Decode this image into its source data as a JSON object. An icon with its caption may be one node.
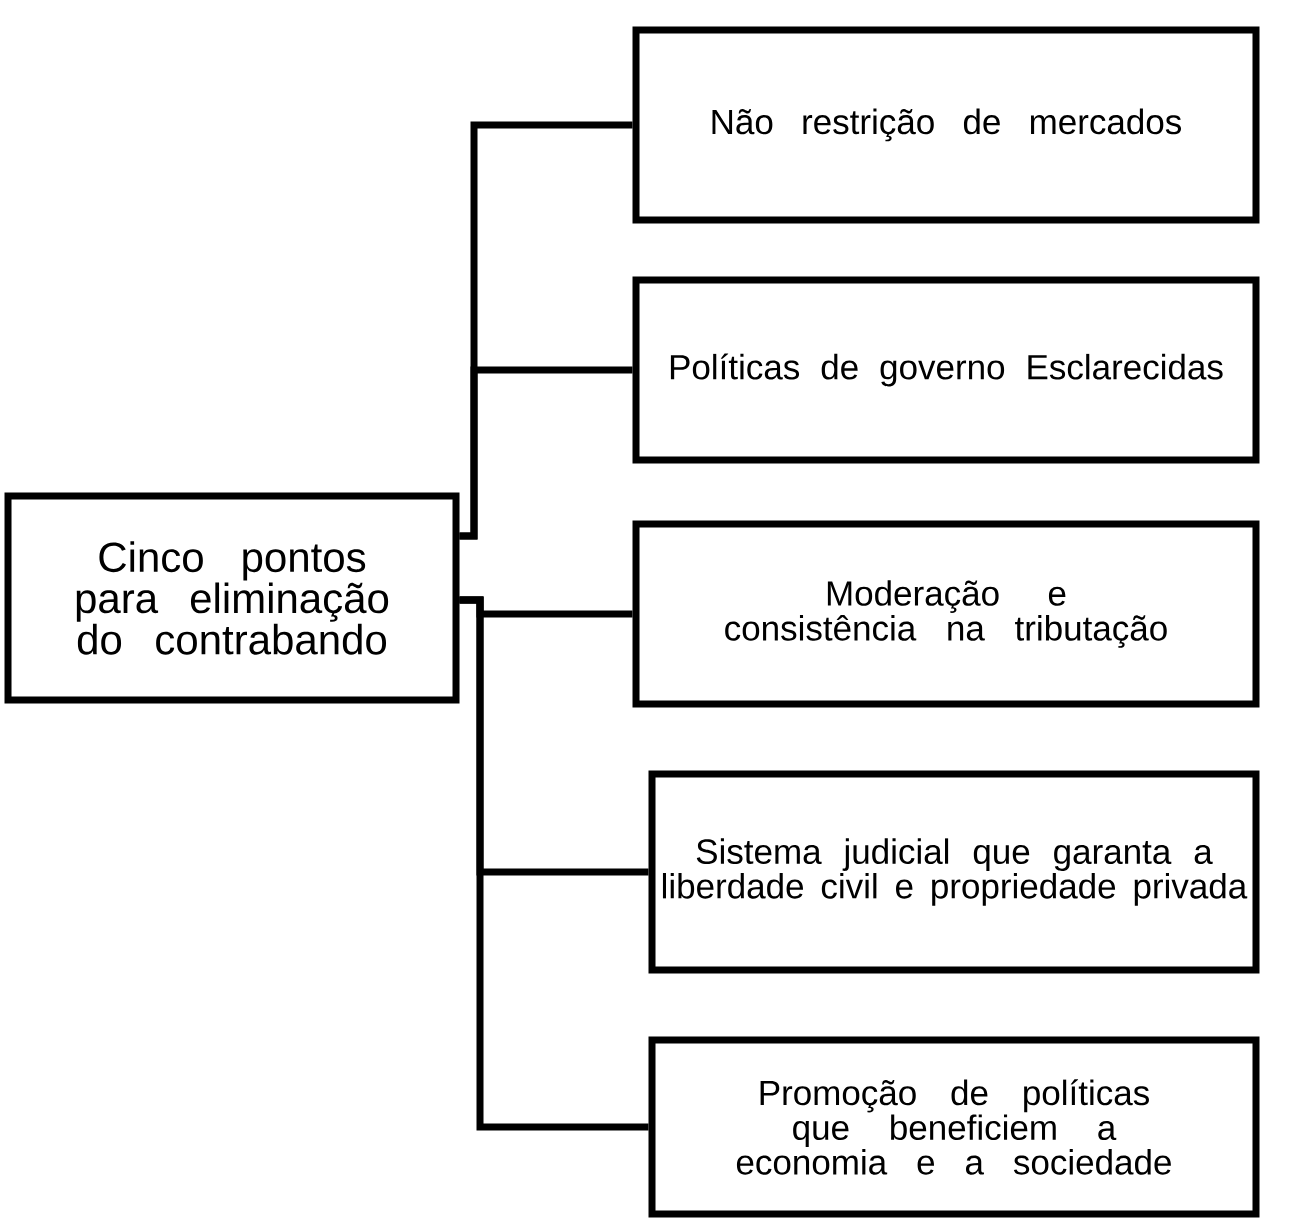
{
  "diagram": {
    "nodes": [
      {
        "text": [
          "Cinco pontos para eliminação do contrabando"
        ]
      },
      {
        "text": [
          "Não restrição de mercados"
        ]
      },
      {
        "text": [
          "Políticas de governo Esclarecidas"
        ]
      },
      {
        "text": [
          "Moderação e consistência na tributação"
        ]
      },
      {
        "text": [
          "Sistema judicial que garanta a liberdade civil e propriedade privada"
        ]
      },
      {
        "text": [
          "Promoção de políticas que beneficiem a economia e a sociedade"
        ]
      }
    ],
    "edges": [
      {
        "from": 0,
        "to": 1,
        "arrow": "none"
      },
      {
        "from": 0,
        "to": 2,
        "arrow": "none"
      },
      {
        "from": 0,
        "to": 3,
        "arrow": "none"
      },
      {
        "from": 0,
        "to": 4,
        "arrow": "none"
      },
      {
        "from": 0,
        "to": 5,
        "arrow": "none"
      }
    ]
  }
}
